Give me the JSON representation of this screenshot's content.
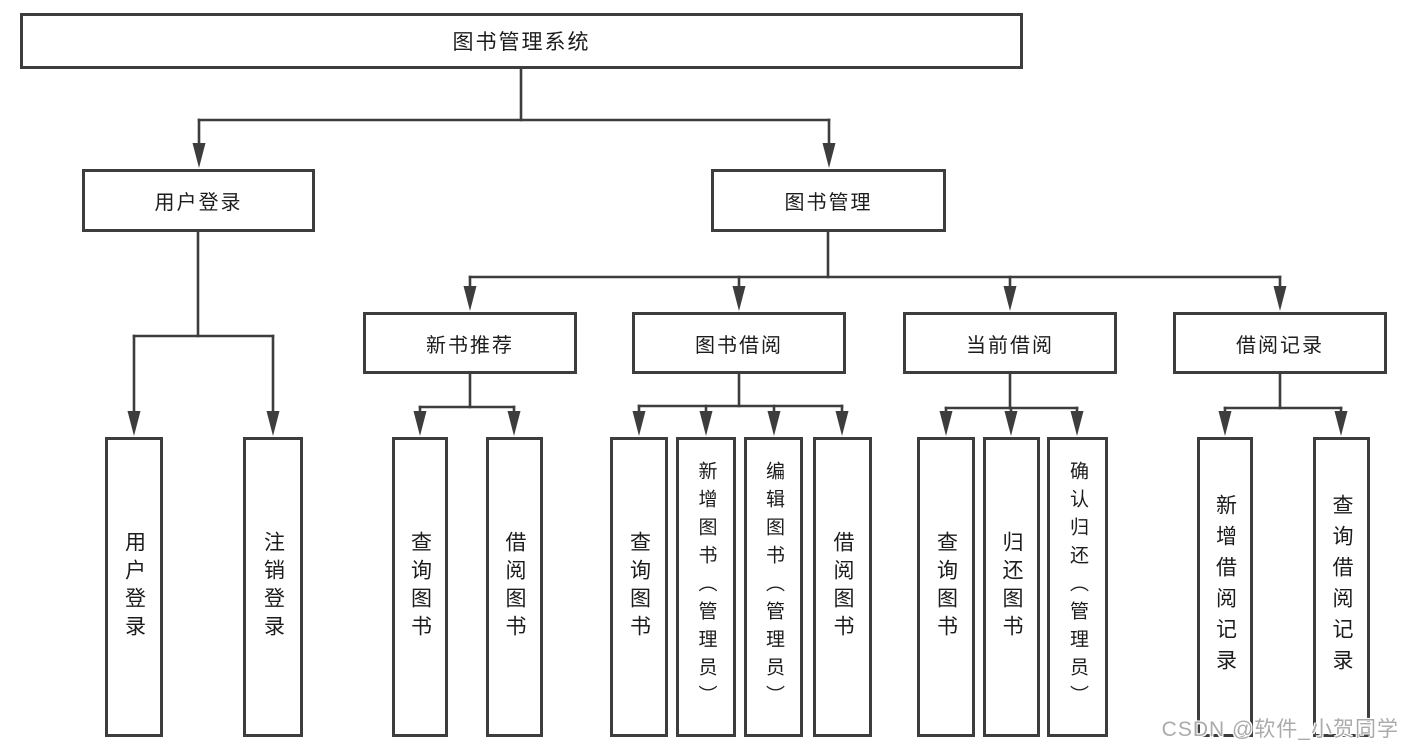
{
  "diagram": {
    "type": "hierarchy-tree",
    "tree": {
      "label": "图书管理系统",
      "children": [
        {
          "label": "用户登录",
          "children": [
            {
              "label": "用户登录"
            },
            {
              "label": "注销登录"
            }
          ]
        },
        {
          "label": "图书管理",
          "children": [
            {
              "label": "新书推荐",
              "children": [
                {
                  "label": "查询图书"
                },
                {
                  "label": "借阅图书"
                }
              ]
            },
            {
              "label": "图书借阅",
              "children": [
                {
                  "label": "查询图书"
                },
                {
                  "label": "新增图书（管理员）"
                },
                {
                  "label": "编辑图书（管理员）"
                },
                {
                  "label": "借阅图书"
                }
              ]
            },
            {
              "label": "当前借阅",
              "children": [
                {
                  "label": "查询图书"
                },
                {
                  "label": "归还图书"
                },
                {
                  "label": "确认归还（管理员）"
                }
              ]
            },
            {
              "label": "借阅记录",
              "children": [
                {
                  "label": "新增借阅记录"
                },
                {
                  "label": "查询借阅记录"
                }
              ]
            }
          ]
        }
      ]
    },
    "colors": {
      "line": "#3d3d3d",
      "text": "#1c1c1c",
      "background": "#ffffff",
      "watermark": "#ababab"
    }
  },
  "watermark": {
    "text": "CSDN @软件_小贺同学"
  }
}
